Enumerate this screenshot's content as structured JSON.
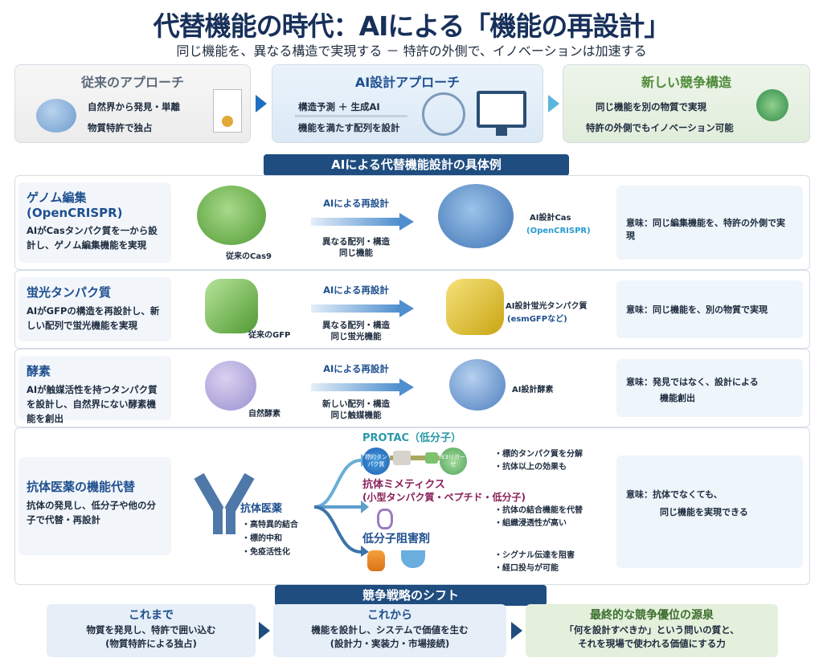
{
  "title": "代替機能の時代：AIによる「機能の再設計」",
  "subtitle": "同じ機能を、異なる構造で実現する － 特許の外側で、イノベーションは加速する",
  "top": {
    "traditional": {
      "title": "従来のアプローチ",
      "line1": "自然界から発見・単離",
      "line2": "物質特許で独占"
    },
    "ai": {
      "title": "AI設計アプローチ",
      "line1": "構造予測 ＋ 生成AI",
      "line2": "機能を満たす配列を設計"
    },
    "new": {
      "title": "新しい競争構造",
      "line1": "同じ機能を別の物質で実現",
      "line2": "特許の外側でもイノベーション可能"
    }
  },
  "examples_header": "AIによる代替機能設計の具体例",
  "rows": [
    {
      "title": "ゲノム編集",
      "subtitle": "(OpenCRISPR)",
      "desc": "AIがCasタンパク質を一から設計し、ゲノム編集機能を実現",
      "orig_label": "従来のCas9",
      "arrow_label": "AIによる再設計",
      "arrow_sub1": "異なる配列・構造",
      "arrow_sub2": "同じ機能",
      "ai_label": "AI設計Cas",
      "ai_sub": "(OpenCRISPR)",
      "meaning": "意味：同じ編集機能を、特許の外側で実現"
    },
    {
      "title": "蛍光タンパク質",
      "desc": "AIがGFPの構造を再設計し、新しい配列で蛍光機能を実現",
      "orig_label": "従来のGFP",
      "arrow_label": "AIによる再設計",
      "arrow_sub1": "異なる配列・構造",
      "arrow_sub2": "同じ蛍光機能",
      "ai_label": "AI設計蛍光タンパク質",
      "ai_sub": "(esmGFPなど)",
      "meaning": "意味：同じ機能を、別の物質で実現"
    },
    {
      "title": "酵素",
      "desc": "AIが触媒活性を持つタンパク質を設計し、自然界にない酵素機能を創出",
      "orig_label": "自然酵素",
      "arrow_label": "AIによる再設計",
      "arrow_sub1": "新しい配列・構造",
      "arrow_sub2": "同じ触媒機能",
      "ai_label": "AI設計酵素",
      "meaning1": "意味：発見ではなく、設計による",
      "meaning2": "機能創出"
    }
  ],
  "antibody": {
    "title": "抗体医薬の機能代替",
    "desc": "抗体の発見し、低分子や他の分子で代替・再設計",
    "label": "抗体医薬",
    "points": [
      "・高特異的結合",
      "・標的中和",
      "・免疫活性化"
    ],
    "protac": {
      "title": "PROTAC（低分子）",
      "left": "標的タンパク質",
      "right": "E3リガーゼ",
      "points": [
        "・標的タンパク質を分解",
        "・抗体以上の効果も"
      ]
    },
    "mimetics": {
      "title1": "抗体ミメティクス",
      "title2": "(小型タンパク質・ペプチド・低分子)",
      "points": [
        "・抗体の結合機能を代替",
        "・組織浸透性が高い"
      ]
    },
    "inhibitor": {
      "title": "低分子阻害剤",
      "points": [
        "・シグナル伝達を阻害",
        "・経口投与が可能"
      ]
    },
    "meaning1": "意味：抗体でなくても、",
    "meaning2": "同じ機能を実現できる"
  },
  "shift_header": "競争戦略のシフト",
  "bottom": [
    {
      "title": "これまで",
      "line1": "物質を発見し、特許で囲い込む",
      "line2": "(物質特許による独占)"
    },
    {
      "title": "これから",
      "line1": "機能を設計し、システムで価値を生む",
      "line2": "(設計力・実装力・市場接続)"
    },
    {
      "title": "最終的な競争優位の源泉",
      "line1": "「何を設計すべきか」という問いの質と、",
      "line2": "それを現場で使われる価値にする力"
    }
  ],
  "colors": {
    "navy": "#17305a",
    "accent": "#1f4d80",
    "green": "#4e8a3a"
  }
}
